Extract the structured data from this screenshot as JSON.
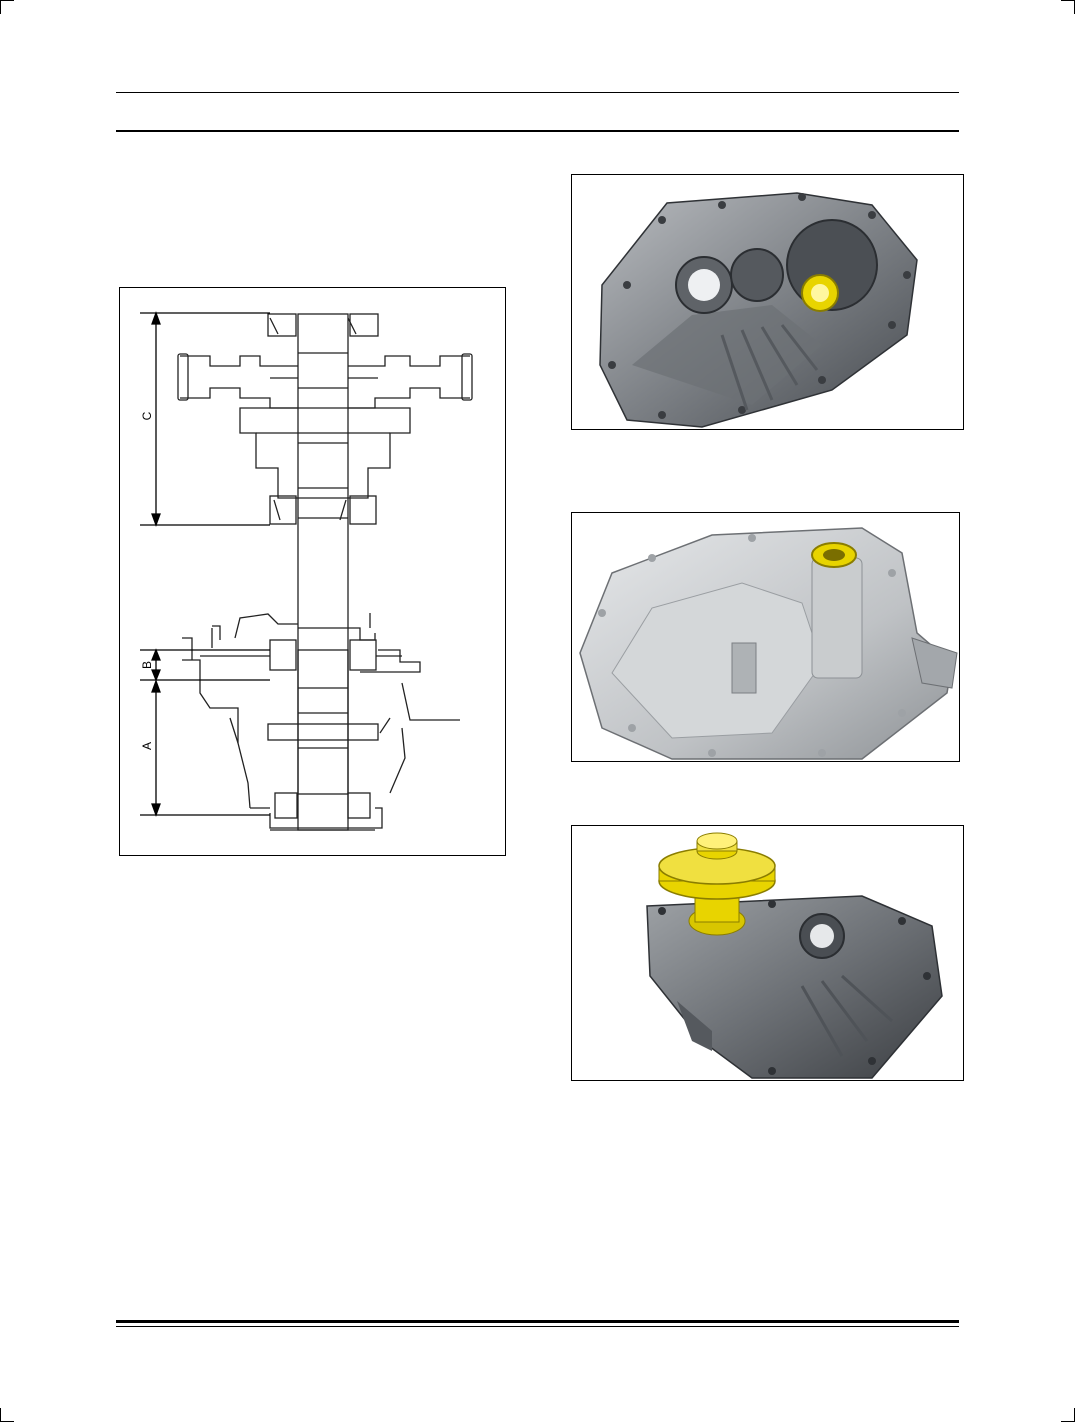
{
  "diagram": {
    "dimension_labels": {
      "c": "C",
      "b": "B",
      "a": "A"
    }
  },
  "photos": [
    {
      "name": "transmission-case-top-photo",
      "highlight_color": "#e8d400",
      "metal_color": "#8a8e92"
    },
    {
      "name": "clutch-housing-photo",
      "highlight_color": "#e8d400",
      "metal_color": "#c8cbcd"
    },
    {
      "name": "differential-install-photo",
      "highlight_color": "#e8d400",
      "metal_color": "#70747a"
    }
  ]
}
